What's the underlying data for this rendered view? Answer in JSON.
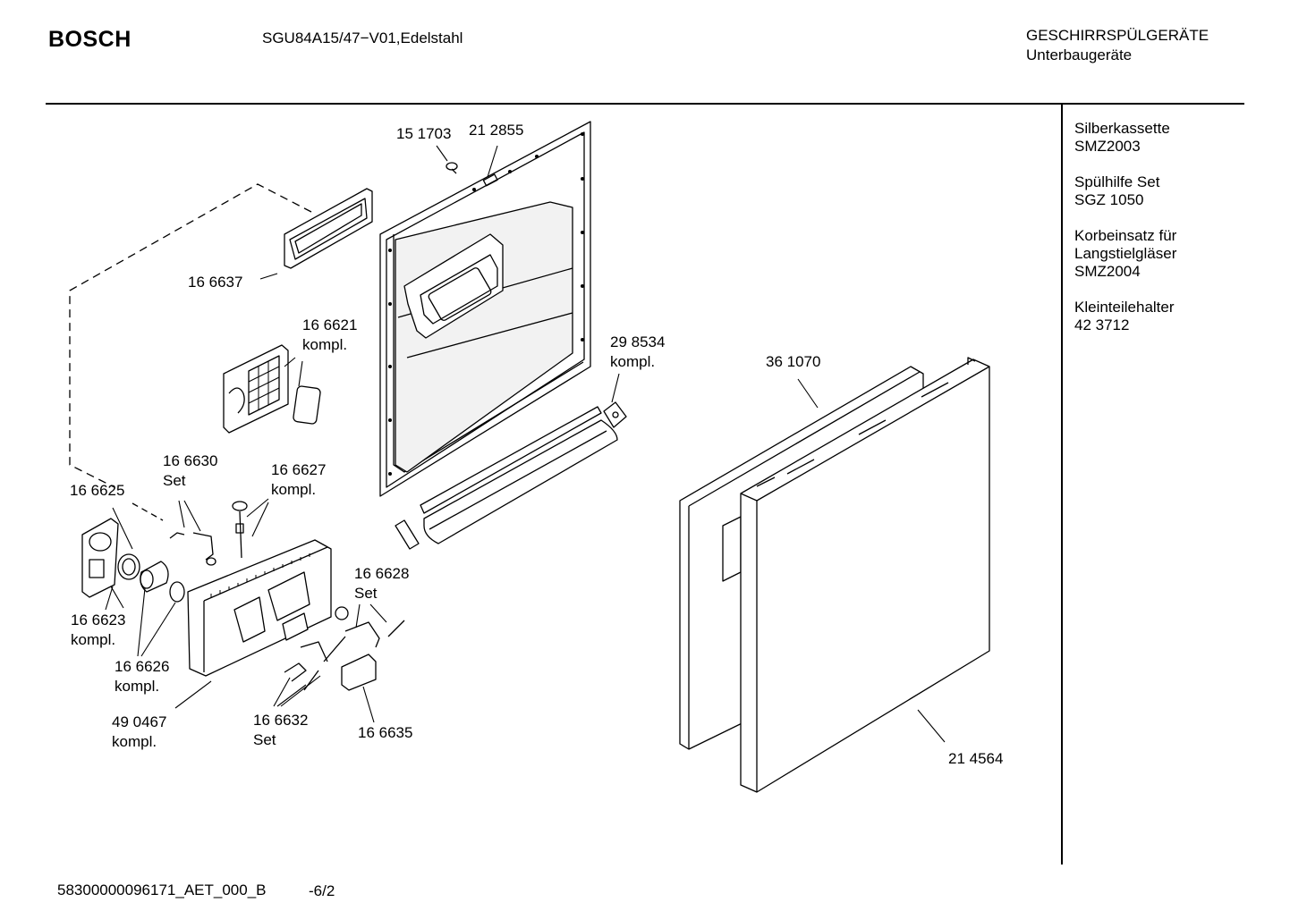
{
  "header": {
    "brand": "BOSCH",
    "model": "SGU84A15/47−V01,Edelstahl",
    "category_line1": "GESCHIRRSPÜLGERÄTE",
    "category_line2": "Unterbaugeräte"
  },
  "accessories": [
    {
      "name": "Silberkassette",
      "code": "SMZ2003"
    },
    {
      "name": "Spülhilfe Set",
      "code": "SGZ 1050"
    },
    {
      "name": "Korbeinsatz für",
      "name2": "Langstielgläser",
      "code": "SMZ2004"
    },
    {
      "name": "Kleinteilehalter",
      "code": "42 3712"
    }
  ],
  "parts": {
    "p151703": "15 1703",
    "p212855": "21 2855",
    "p166637": "16 6637",
    "p166621": {
      "num": "16 6621",
      "note": "kompl."
    },
    "p298534": {
      "num": "29 8534",
      "note": "kompl."
    },
    "p361070": "36 1070",
    "p166630": {
      "num": "16 6630",
      "note": "Set"
    },
    "p166627": {
      "num": "16 6627",
      "note": "kompl."
    },
    "p166625": "16 6625",
    "p166628": {
      "num": "16 6628",
      "note": "Set"
    },
    "p166623": {
      "num": "16 6623",
      "note": "kompl."
    },
    "p166626": {
      "num": "16 6626",
      "note": "kompl."
    },
    "p490467": {
      "num": "49 0467",
      "note": "kompl."
    },
    "p166632": {
      "num": "16 6632",
      "note": "Set"
    },
    "p166635": "16 6635",
    "p214564": "21 4564"
  },
  "footer": {
    "code": "58300000096171_AET_000_B",
    "page": "-6/2"
  }
}
